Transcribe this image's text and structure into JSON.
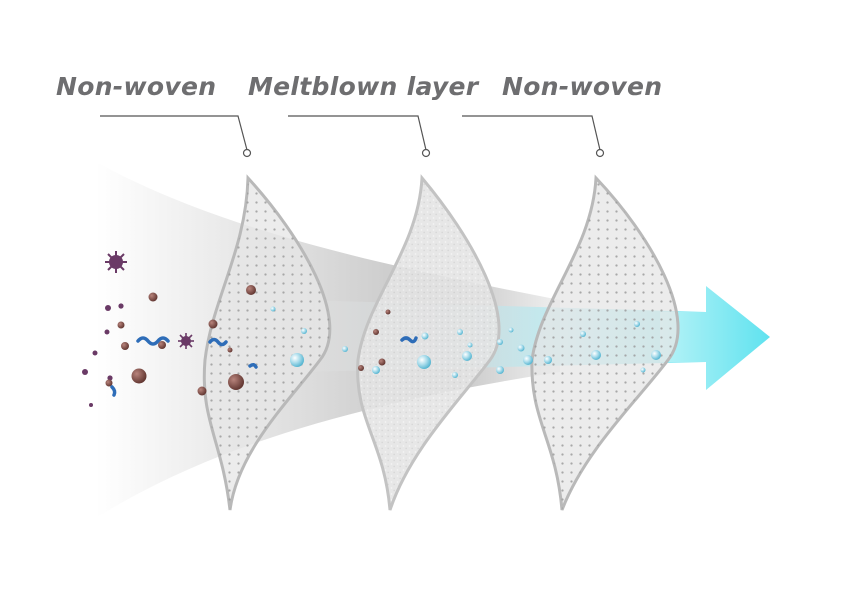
{
  "labels": {
    "layer_1": "Non-woven",
    "layer_2": "Meltblown layer",
    "layer_3": "Non-woven"
  },
  "icons": {
    "virus": "virus-icon",
    "bacteria": "bacteria-icon",
    "particle": "dust-particle-icon",
    "droplet": "water-droplet-icon",
    "arrow": "airflow-arrow-icon"
  },
  "colors": {
    "label_text": "#6e6e70",
    "leader_line": "#555555",
    "layer_fill": "#e6e6e6",
    "layer_edge": "#b9b9b9",
    "pore_dot": "#9c9c9c",
    "particle": "#7a4a44",
    "virus": "#6a3a66",
    "bacteria": "#2e6db8",
    "droplet": "#7ec9e0",
    "arrow": "#6fe6f2"
  }
}
